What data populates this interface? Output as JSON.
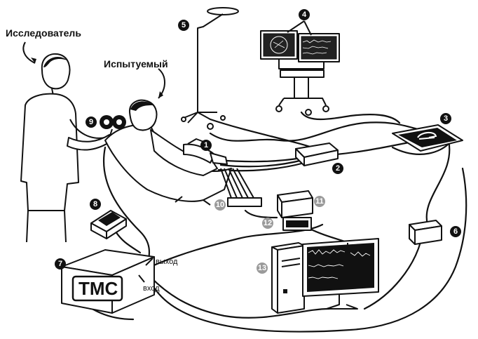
{
  "labels": {
    "researcher": "Исследователь",
    "subject": "Испытуемый",
    "tms": "ТМС",
    "output": "выход",
    "input": "вход"
  },
  "markers": {
    "m1": "1",
    "m2": "2",
    "m3": "3",
    "m4": "4",
    "m5": "5",
    "m6": "6",
    "m7": "7",
    "m8": "8",
    "m9": "9",
    "m10": "10",
    "m11": "11",
    "m12": "12",
    "m13": "13"
  },
  "colors": {
    "ink": "#111111",
    "marker_dark": "#111111",
    "marker_gray": "#9a9a9a",
    "background": "#ffffff"
  }
}
